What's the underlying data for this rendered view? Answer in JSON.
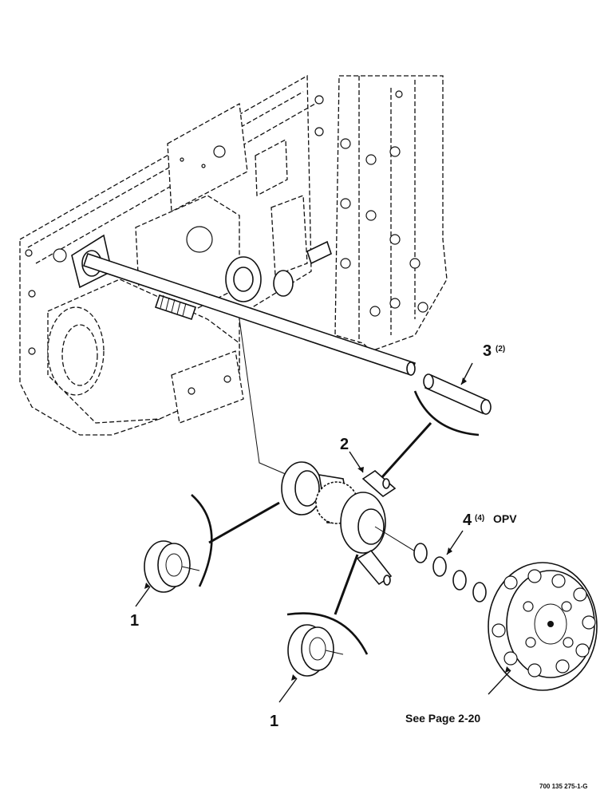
{
  "callouts": {
    "part_1_upper": "1",
    "part_1_lower": "1",
    "part_2": "2",
    "part_3": "3",
    "part_3_qty": "(2)",
    "part_4": "4",
    "part_4_qty": "(4)",
    "part_4_suffix": "OPV",
    "see_page": "See Page 2-20"
  },
  "figure_number": "700 135 275-1-G"
}
